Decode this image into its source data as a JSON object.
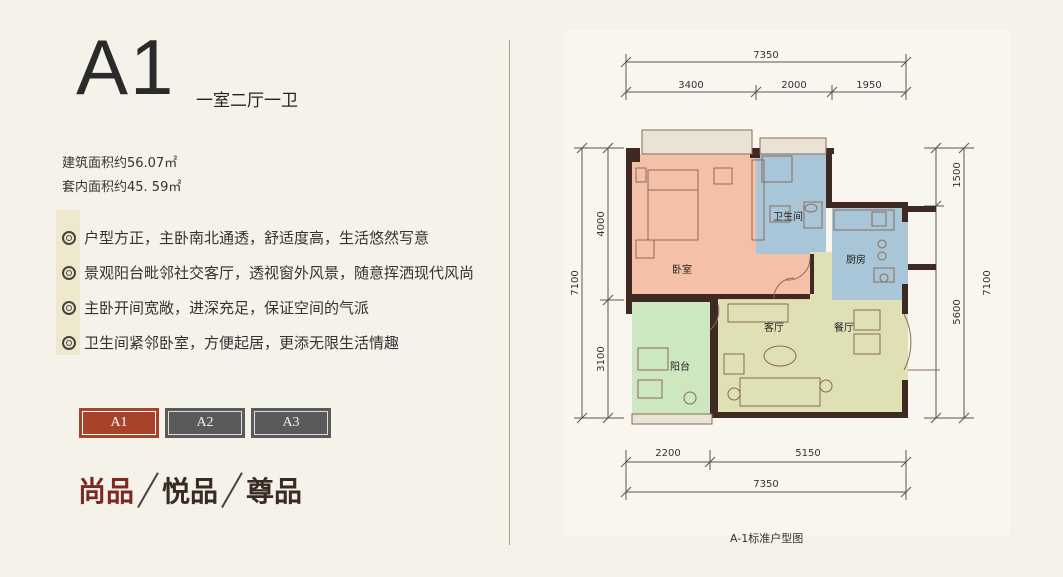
{
  "unit": {
    "code": "A1",
    "layout": "一室二厅一卫"
  },
  "areas": {
    "building": "建筑面积约56.07㎡",
    "interior": "套内面积约45. 59㎡"
  },
  "features": [
    "户型方正，主卧南北通透，舒适度高，生活悠然写意",
    "景观阳台毗邻社交客厅，透视窗外风景，随意挥洒现代风尚",
    "主卧开间宽敞，进深充足，保证空间的气派",
    "卫生间紧邻卧室，方便起居，更添无限生活情趣"
  ],
  "tabs": [
    {
      "label": "A1",
      "active": true
    },
    {
      "label": "A2",
      "active": false
    },
    {
      "label": "A3",
      "active": false
    }
  ],
  "series": [
    "尚品",
    "悦品",
    "尊品"
  ],
  "floorplan": {
    "caption": "A-1标准户型图",
    "dimensions": {
      "top_total": "7350",
      "top_segments": [
        "3400",
        "2000",
        "1950"
      ],
      "bottom_segments": [
        "2200",
        "5150"
      ],
      "bottom_total": "7350",
      "left_upper": "4000",
      "left_total": "7100",
      "left_lower": "3100",
      "right_upper": "1500",
      "right_lower": "5600",
      "right_total": "7100"
    },
    "rooms": {
      "bedroom": "卧室",
      "bathroom": "卫生间",
      "kitchen": "厨房",
      "living": "客厅",
      "dining": "餐厅",
      "balcony": "阳台"
    },
    "colors": {
      "bedroom": "#f4c1a8",
      "bathroom": "#a9c6d8",
      "kitchen": "#a9c6d8",
      "living": "#dfe0b4",
      "balcony": "#cde7c0",
      "wall": "#3e2a22"
    }
  }
}
